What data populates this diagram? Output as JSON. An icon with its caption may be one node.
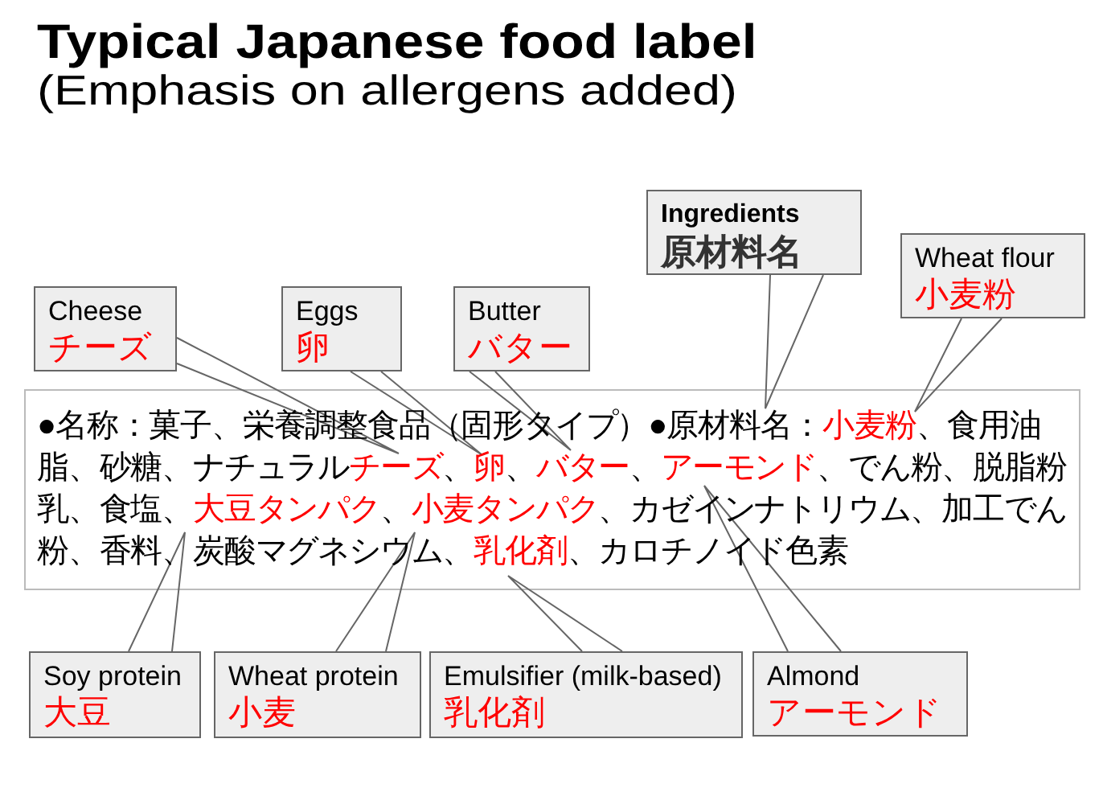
{
  "diagram": {
    "title": "Typical Japanese food label",
    "nodes": [
      {
        "text": [
          "Ingredients",
          "原材料名"
        ]
      },
      {
        "text": [
          "Cheese",
          "チーズ"
        ]
      },
      {
        "text": [
          "Eggs",
          "卵"
        ]
      },
      {
        "text": [
          "Butter",
          "バター"
        ]
      },
      {
        "text": [
          "Wheat flour",
          "小麦粉"
        ]
      },
      {
        "text": [
          "●名称：菓子、栄養調整食品（固形タイプ）●原材料名：**小麦粉**、食用油脂、砂糖、ナチュラル**チーズ**、**卵**、**バター**、**アーモンド**、でん粉、脱脂粉乳、食塩、**大豆タンパク**、**小麦タンパク**、カゼインナトリウム、加工でん粉、香料、炭酸マグネシウム、**乳化剤**、カロチノイド色素"
        ]
      },
      {
        "text": [
          "Soy protein",
          "大豆"
        ]
      },
      {
        "text": [
          "Wheat protein",
          "小麦"
        ]
      },
      {
        "text": [
          "Emulsifier (milk-based)",
          "乳化剤"
        ]
      },
      {
        "text": [
          "Almond",
          "アーモンド"
        ]
      }
    ],
    "edges": [
      {
        "from": 0,
        "to": null,
        "arrow": "none"
      },
      {
        "from": 1,
        "to": null,
        "arrow": "none"
      },
      {
        "from": 2,
        "to": null,
        "arrow": "none"
      },
      {
        "from": 3,
        "to": null,
        "arrow": "none"
      },
      {
        "from": 4,
        "to": null,
        "arrow": "none"
      },
      {
        "from": 6,
        "to": null,
        "arrow": "none"
      },
      {
        "from": 7,
        "to": null,
        "arrow": "none"
      },
      {
        "from": 8,
        "to": null,
        "arrow": "none"
      },
      {
        "from": 9,
        "to": null,
        "arrow": "none"
      }
    ],
    "labels": [
      "(Emphasis on allergens added)"
    ]
  }
}
